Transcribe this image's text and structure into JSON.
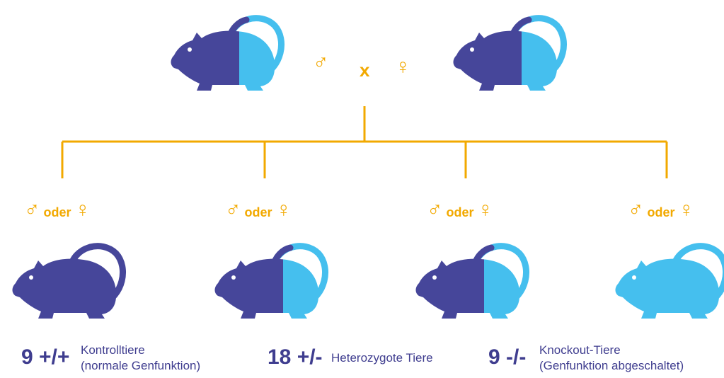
{
  "colors": {
    "dark": "#46469A",
    "light": "#45BFEE",
    "accent": "#F2A900",
    "text": "#3F3D8F"
  },
  "parents": {
    "male_symbol": "♂",
    "cross_label": "x",
    "female_symbol": "♀"
  },
  "offspring": [
    {
      "male_symbol": "♂",
      "conj": "oder",
      "female_symbol": "♀",
      "genotype": "+/+"
    },
    {
      "male_symbol": "♂",
      "conj": "oder",
      "female_symbol": "♀",
      "genotype": "+/-"
    },
    {
      "male_symbol": "♂",
      "conj": "oder",
      "female_symbol": "♀",
      "genotype": "+/-"
    },
    {
      "male_symbol": "♂",
      "conj": "oder",
      "female_symbol": "♀",
      "genotype": "-/-"
    }
  ],
  "results": [
    {
      "count": "9 +/+",
      "line1": "Kontrolltiere",
      "line2": "(normale Genfunktion)"
    },
    {
      "count": "18 +/-",
      "line1": "Heterozygote Tiere",
      "line2": ""
    },
    {
      "count": "9 -/-",
      "line1": "Knockout-Tiere",
      "line2": "(Genfunktion abgeschaltet)"
    }
  ]
}
